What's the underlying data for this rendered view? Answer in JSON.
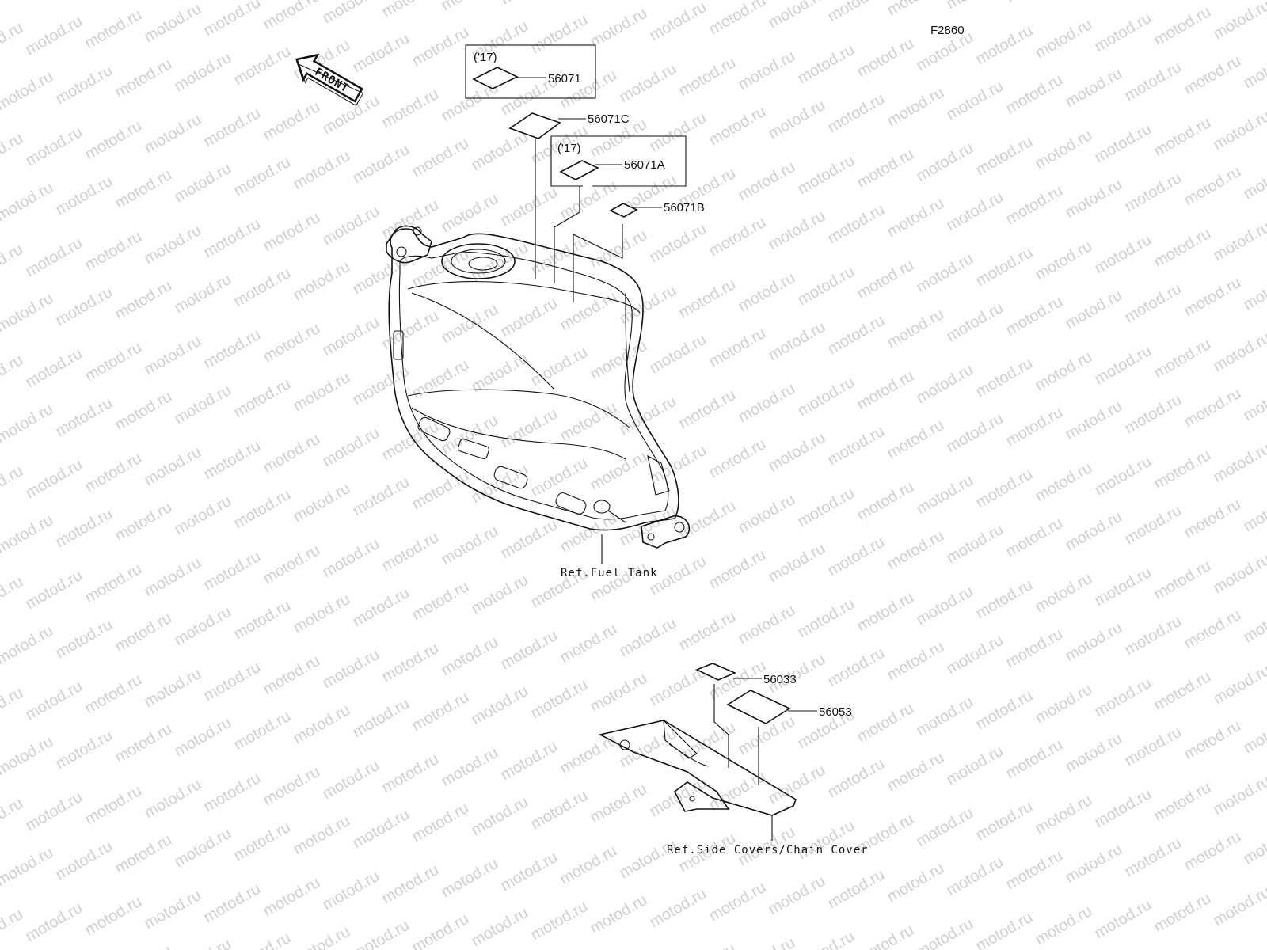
{
  "figure_code": "F2860",
  "front_arrow_text": "FRONT",
  "watermark_text": "motod.ru",
  "callouts": [
    {
      "id": "56071",
      "note": "('17)"
    },
    {
      "id": "56071C",
      "note": ""
    },
    {
      "id": "56071A",
      "note": "('17)"
    },
    {
      "id": "56071B",
      "note": ""
    },
    {
      "id": "56033",
      "note": ""
    },
    {
      "id": "56053",
      "note": ""
    }
  ],
  "refs": {
    "fuel_tank": "Ref.Fuel Tank",
    "side_covers": "Ref.Side Covers/Chain Cover"
  }
}
